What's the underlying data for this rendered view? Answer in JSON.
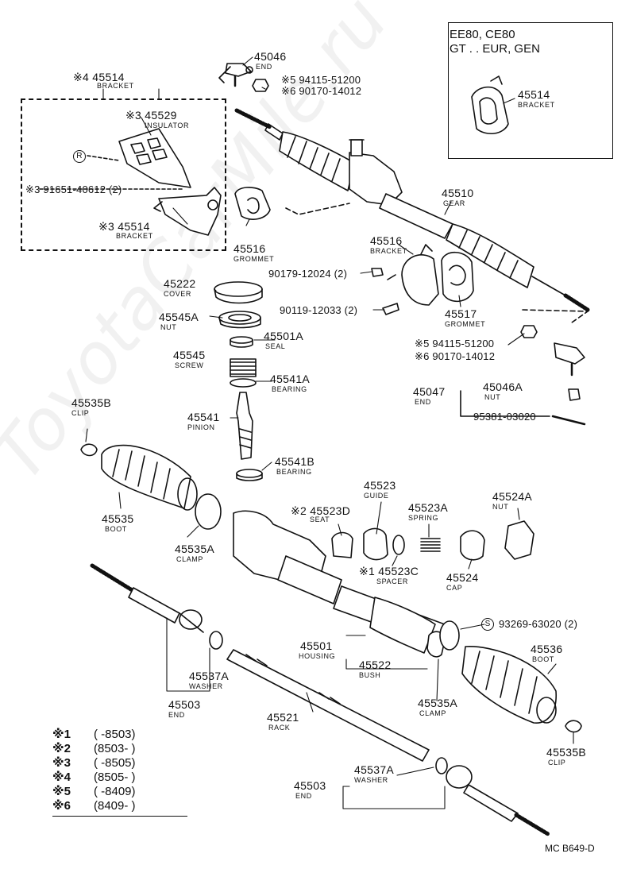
{
  "header_box": {
    "line1": "EE80, CE80",
    "line2": "GT . . EUR, GEN"
  },
  "callouts": {
    "end_45046": {
      "pn": "45046",
      "nm": "END"
    },
    "nut_a": {
      "pn": "※5 94115-51200"
    },
    "nut_b": {
      "pn": "※6 90170-14012"
    },
    "bracket_top": {
      "pn": "※4  45514",
      "nm": "BRACKET"
    },
    "insulator": {
      "pn": "※3 45529",
      "nm": "INSULATOR"
    },
    "bolt_r": {
      "sym": "R",
      "pn": "※3 91651-40612 (2)"
    },
    "bracket_inner": {
      "pn": "※3  45514",
      "nm": "BRACKET"
    },
    "grommet_left": {
      "pn": "45516",
      "nm": "GROMMET"
    },
    "gear": {
      "pn": "45510",
      "nm": "GEAR"
    },
    "sub_bracket": {
      "pn": "45514",
      "nm": "BRACKET"
    },
    "bracket_mid": {
      "pn": "45516",
      "nm": "BRACKET"
    },
    "bolt_12024": {
      "pn": "90179-12024 (2)"
    },
    "bolt_12033": {
      "pn": "90119-12033 (2)"
    },
    "grommet_right": {
      "pn": "45517",
      "nm": "GROMMET"
    },
    "nut_c": {
      "pn": "※5 94115-51200"
    },
    "nut_d": {
      "pn": "※6 90170-14012"
    },
    "end_45047": {
      "pn": "45047",
      "nm": "END"
    },
    "nut_45046a": {
      "pn": "45046A",
      "nm": "NUT"
    },
    "pin": {
      "pn": "95381-03020"
    },
    "cover": {
      "pn": "45222",
      "nm": "COVER"
    },
    "nut_45545a": {
      "pn": "45545A",
      "nm": "NUT"
    },
    "seal": {
      "pn": "45501A",
      "nm": "SEAL"
    },
    "screw": {
      "pn": "45545",
      "nm": "SCREW"
    },
    "bearing_a": {
      "pn": "45541A",
      "nm": "BEARING"
    },
    "pinion": {
      "pn": "45541",
      "nm": "PINION"
    },
    "bearing_b": {
      "pn": "45541B",
      "nm": "BEARING"
    },
    "clip_left": {
      "pn": "45535B",
      "nm": "CLIP"
    },
    "boot_left": {
      "pn": "45535",
      "nm": "BOOT"
    },
    "clamp_left": {
      "pn": "45535A",
      "nm": "CLAMP"
    },
    "seat": {
      "pn": "※2  45523D",
      "nm": "SEAT"
    },
    "guide": {
      "pn": "45523",
      "nm": "GUIDE"
    },
    "spring": {
      "pn": "45523A",
      "nm": "SPRING"
    },
    "nut_45524a": {
      "pn": "45524A",
      "nm": "NUT"
    },
    "spacer": {
      "pn": "※1 45523C",
      "nm": "SPACER"
    },
    "cap": {
      "pn": "45524",
      "nm": "CAP"
    },
    "bolt_s": {
      "sym": "S",
      "pn": "93269-63020 (2)"
    },
    "housing": {
      "pn": "45501",
      "nm": "HOUSING"
    },
    "bush": {
      "pn": "45522",
      "nm": "BUSH"
    },
    "boot_right": {
      "pn": "45536",
      "nm": "BOOT"
    },
    "washer_left": {
      "pn": "45537A",
      "nm": "WASHER"
    },
    "end_left": {
      "pn": "45503",
      "nm": "END"
    },
    "rack": {
      "pn": "45521",
      "nm": "RACK"
    },
    "clamp_right": {
      "pn": "45535A",
      "nm": "CLAMP"
    },
    "clip_right": {
      "pn": "45535B",
      "nm": "CLIP"
    },
    "washer_right": {
      "pn": "45537A",
      "nm": "WASHER"
    },
    "end_right": {
      "pn": "45503",
      "nm": "END"
    }
  },
  "legend": [
    {
      "k": "※1",
      "v": "(       -8503)"
    },
    {
      "k": "※2",
      "v": "(8503-       )"
    },
    {
      "k": "※3",
      "v": "(       -8505)"
    },
    {
      "k": "※4",
      "v": "(8505-       )"
    },
    {
      "k": "※5",
      "v": "(       -8409)"
    },
    {
      "k": "※6",
      "v": "(8409-       )"
    }
  ],
  "diagram_code": "MC B649-D",
  "watermark": "ToyotaCarMile.ru"
}
